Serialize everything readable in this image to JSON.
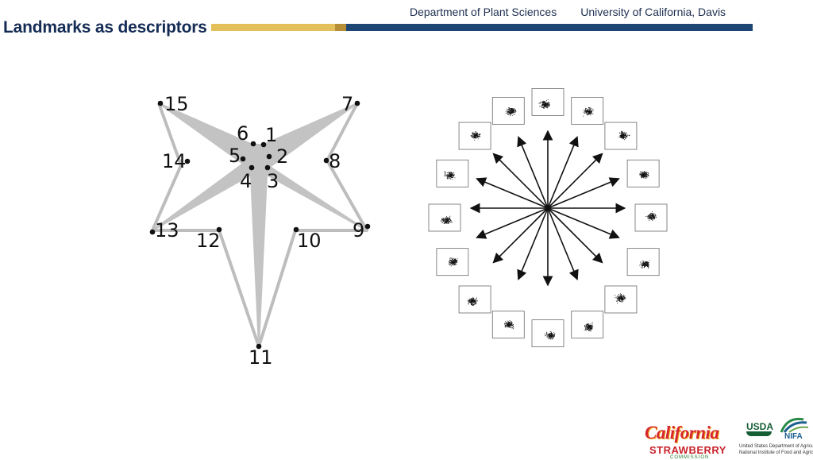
{
  "header": {
    "department": "Department of Plant Sciences",
    "university": "University of California, Davis",
    "title": "Landmarks as descriptors"
  },
  "colors": {
    "title": "#142b54",
    "gold": "#e3c05a",
    "navy": "#1e4675",
    "star_fill": "#c3c3c3",
    "star_outline": "#bdbdbd"
  },
  "landmarks": {
    "labels": [
      "1",
      "2",
      "3",
      "4",
      "5",
      "6",
      "7",
      "8",
      "9",
      "10",
      "11",
      "12",
      "13",
      "14",
      "15"
    ]
  },
  "radial": {
    "panel_count": 16
  },
  "logos": {
    "california": "California",
    "strawberry": "STRAWBERRY",
    "commission": "COMMISSION",
    "usda": "USDA",
    "nifa": "NIFA",
    "usda_line1": "United States Department of Agriculture",
    "usda_line2": "National Institute of Food and Agriculture"
  }
}
